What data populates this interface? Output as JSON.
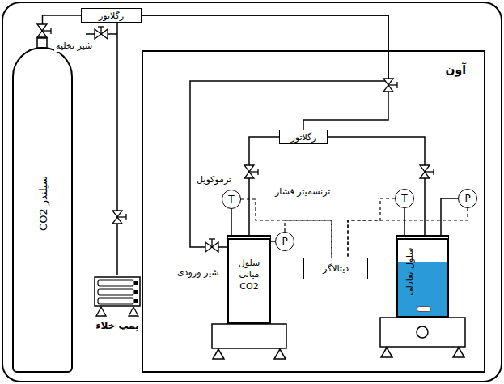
{
  "diagram": {
    "nodes": [
      {
        "text": [
          "رگلاتور"
        ]
      },
      {
        "text": [
          "سیلندر CO2"
        ]
      },
      {
        "text": [
          "پمپ خلاء"
        ]
      },
      {
        "text": [
          "آون"
        ]
      },
      {
        "text": [
          "رگلاتور"
        ],
        "in": 3
      },
      {
        "text": [
          "T"
        ],
        "in": 3
      },
      {
        "text": [
          "P"
        ],
        "in": 3
      },
      {
        "text": [
          "سلول میانی CO2"
        ],
        "in": 3
      },
      {
        "text": [
          "دیتالاگر"
        ],
        "in": 3
      },
      {
        "text": [
          "T"
        ],
        "in": 3
      },
      {
        "text": [
          "P"
        ],
        "in": 3
      },
      {
        "text": [
          "سلول تعادلی"
        ],
        "in": 3
      }
    ],
    "edges": [
      {
        "from": 1,
        "to": 0,
        "arrow": "none"
      },
      {
        "from": 0,
        "to": 4,
        "arrow": "none"
      },
      {
        "from": 0,
        "to": 7,
        "arrow": "none"
      },
      {
        "from": 4,
        "to": 7,
        "arrow": "none"
      },
      {
        "from": 4,
        "to": 11,
        "arrow": "none"
      },
      {
        "from": 2,
        "to": 0,
        "arrow": "none"
      },
      {
        "from": 5,
        "to": 7,
        "arrow": "none"
      },
      {
        "from": 6,
        "to": 7,
        "arrow": "none"
      },
      {
        "from": 9,
        "to": 11,
        "arrow": "none"
      },
      {
        "from": 10,
        "to": 11,
        "arrow": "none"
      },
      {
        "from": 5,
        "to": 8,
        "arrow": "none"
      },
      {
        "from": 6,
        "to": 8,
        "arrow": "none"
      },
      {
        "from": 9,
        "to": 8,
        "arrow": "none"
      },
      {
        "from": 10,
        "to": 8,
        "arrow": "none"
      }
    ],
    "labels": [
      "شیر تخلیه",
      "ترموکویل",
      "ترنسمیتر فشار",
      "شیر ورودی"
    ]
  }
}
